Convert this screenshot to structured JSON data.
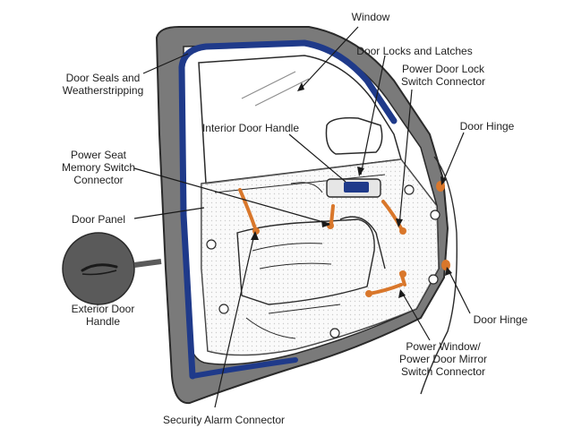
{
  "labels": {
    "window": "Window",
    "door_locks": "Door Locks and Latches",
    "power_lock_switch": "Power Door Lock\nSwitch Connector",
    "door_seals": "Door Seals and\nWeatherstripping",
    "interior_handle": "Interior Door Handle",
    "door_hinge_top": "Door Hinge",
    "power_seat": "Power Seat\nMemory Switch\nConnector",
    "door_panel": "Door Panel",
    "exterior_handle": "Exterior Door\nHandle",
    "door_hinge_bottom": "Door Hinge",
    "power_window": "Power Window/\nPower Door Mirror\nSwitch Connector",
    "security_alarm": "Security Alarm Connector"
  },
  "colors": {
    "seal": "#1f3a8a",
    "connector": "#d9772b",
    "door_shell": "#6b6b6b",
    "panel_fill": "#ececec",
    "outline": "#2a2a2a"
  }
}
